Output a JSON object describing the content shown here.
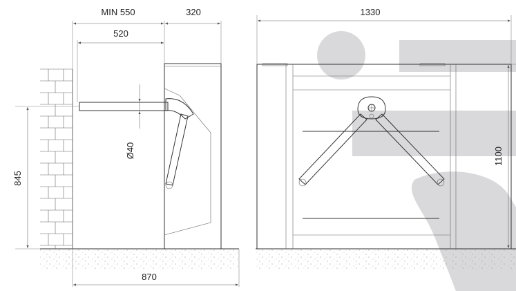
{
  "colors": {
    "watermark": "#d9d9db",
    "outline": "#333333",
    "dimension": "#666666",
    "ground": "#c9c9c9"
  },
  "dimensions": {
    "min_clearance": "MIN 550",
    "housing_depth": "320",
    "arm_length": "520",
    "arm_diameter": "Ø40",
    "arm_height": "845",
    "overall_depth": "870",
    "overall_width": "1330",
    "overall_height": "1100"
  }
}
